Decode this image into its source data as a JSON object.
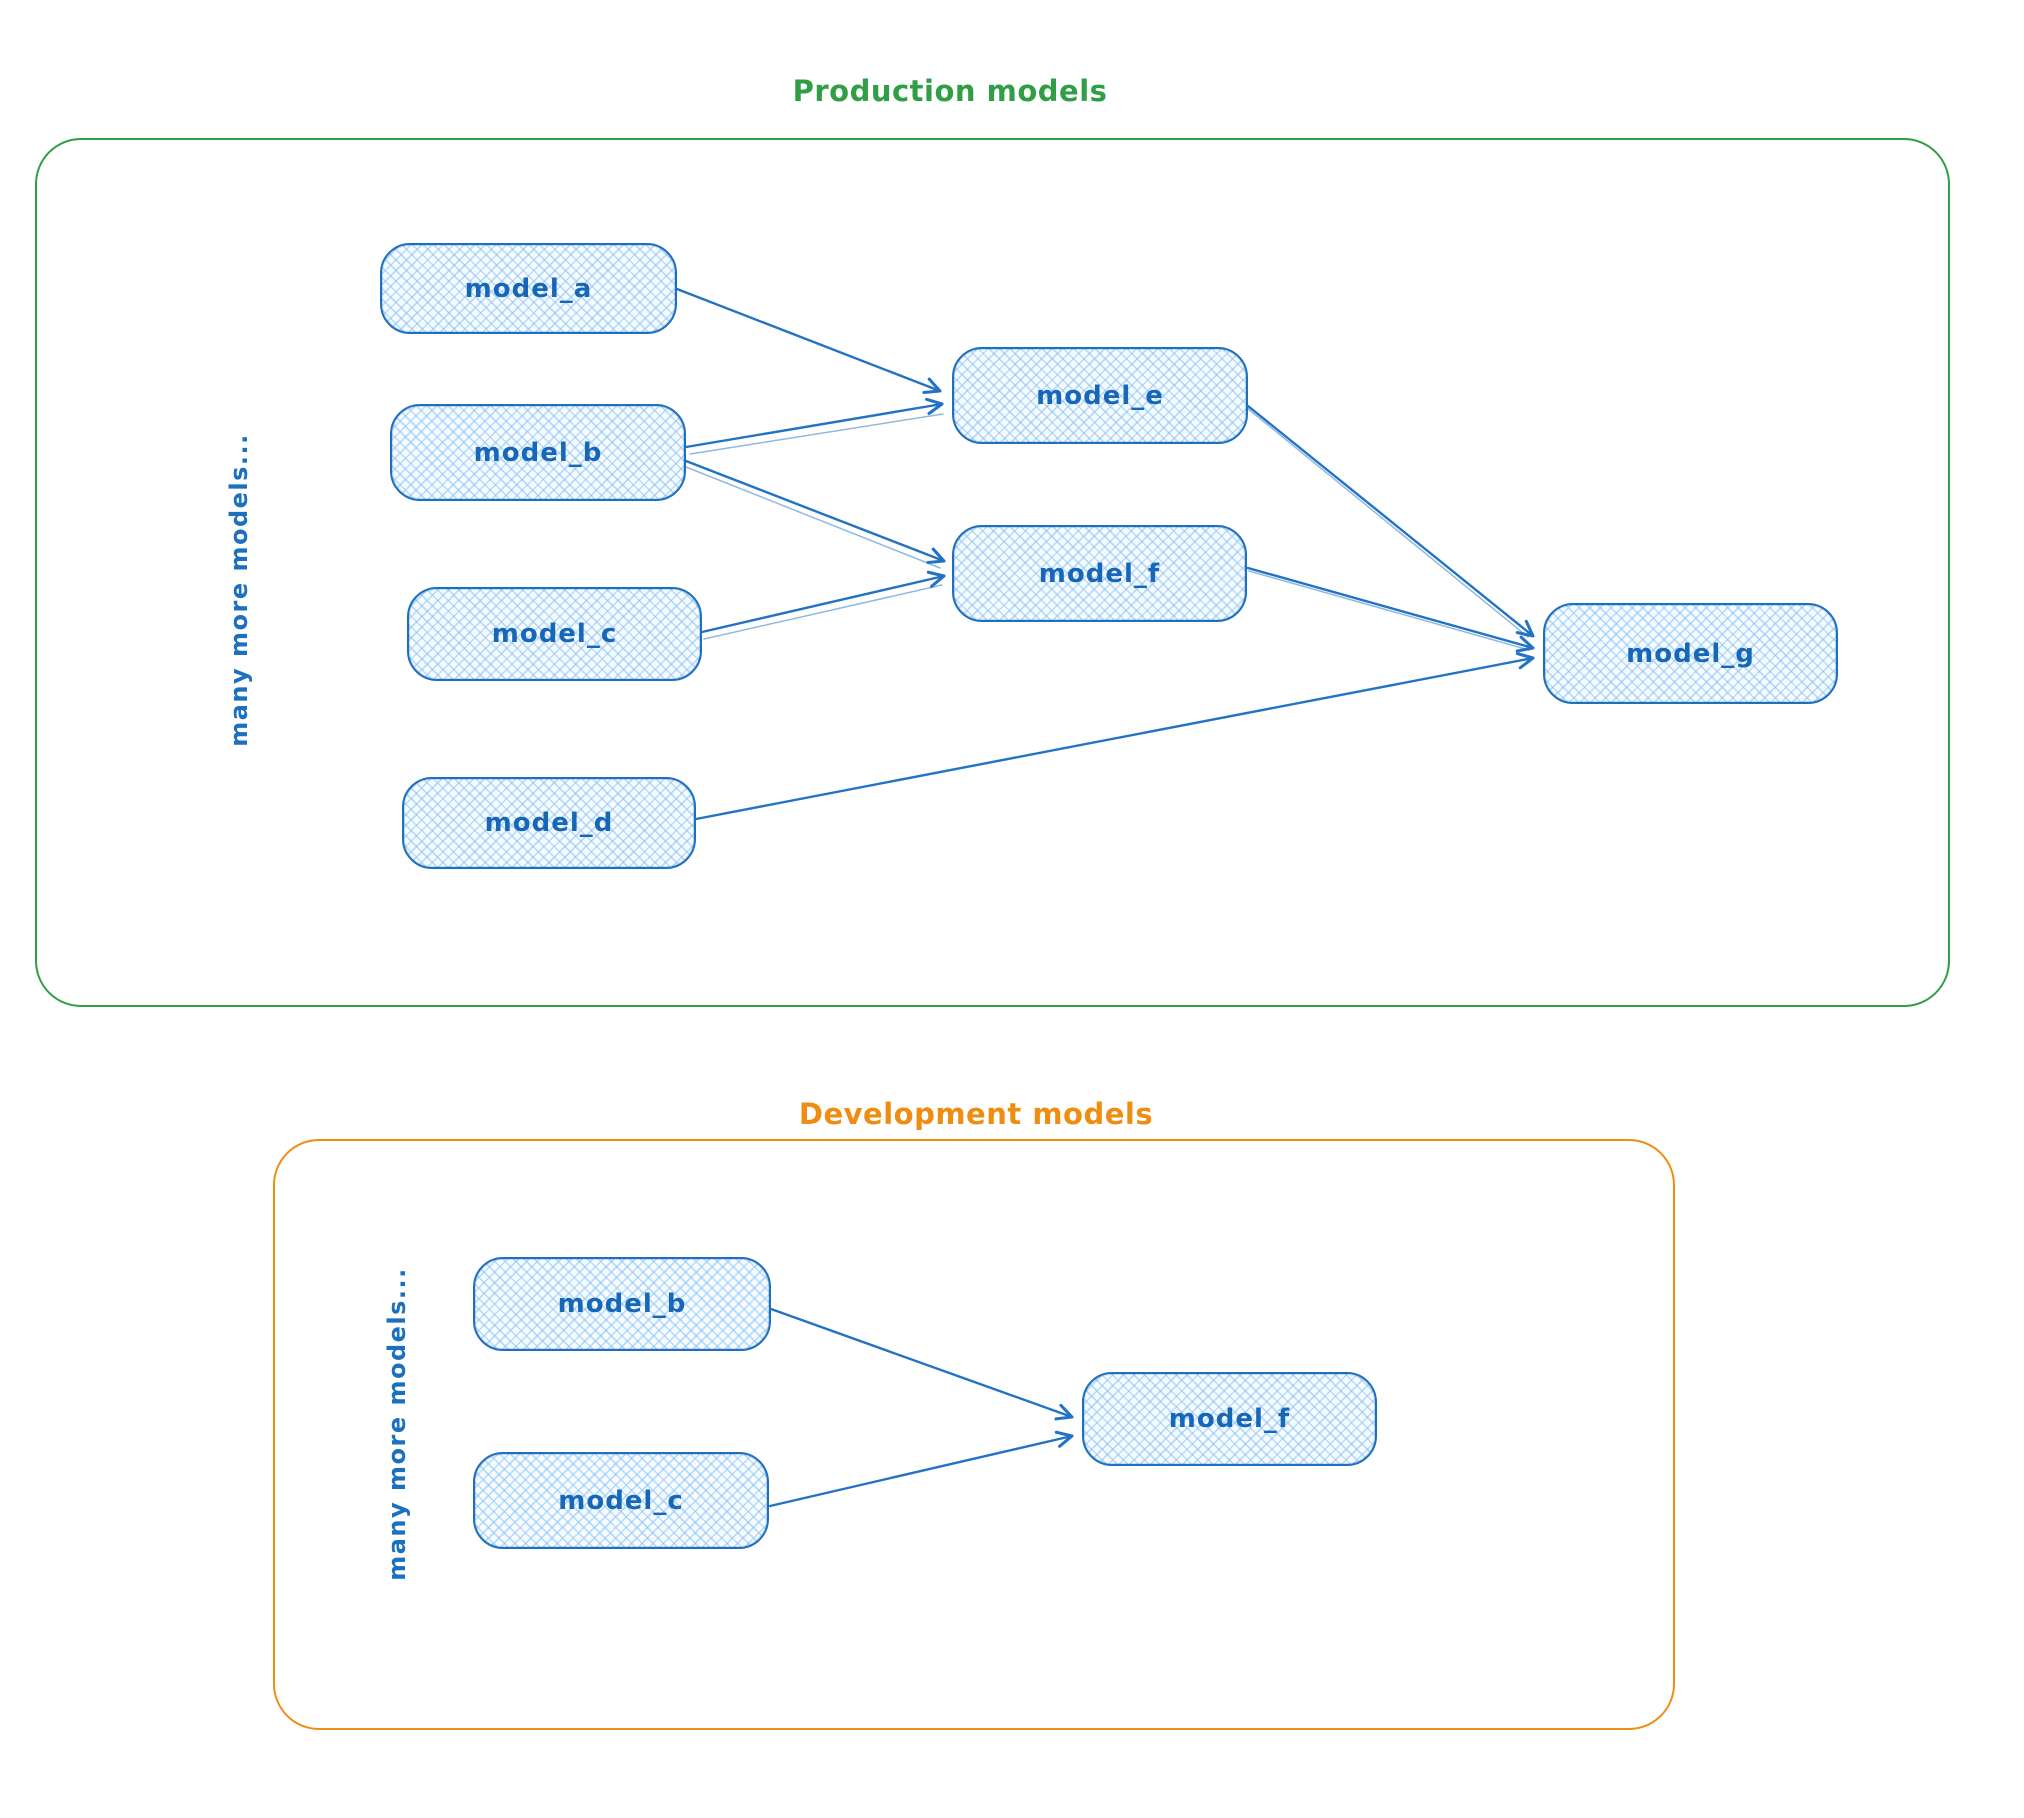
{
  "palette": {
    "node_stroke": "#1e6fbe",
    "node_fill_hatch": "#a5d8ff",
    "node_text": "#1767b8",
    "arrow": "#2273c4",
    "production_accent": "#2f9e44",
    "development_accent": "#ef8d12",
    "background": "#ffffff"
  },
  "sections": [
    {
      "id": "production",
      "title": "Production models",
      "side_note": "many more models...",
      "nodes": [
        {
          "id": "model_a",
          "label": "model_a"
        },
        {
          "id": "model_b",
          "label": "model_b"
        },
        {
          "id": "model_c",
          "label": "model_c"
        },
        {
          "id": "model_d",
          "label": "model_d"
        },
        {
          "id": "model_e",
          "label": "model_e"
        },
        {
          "id": "model_f",
          "label": "model_f"
        },
        {
          "id": "model_g",
          "label": "model_g"
        }
      ],
      "edges": [
        {
          "from": "model_a",
          "to": "model_e"
        },
        {
          "from": "model_b",
          "to": "model_e"
        },
        {
          "from": "model_b",
          "to": "model_f"
        },
        {
          "from": "model_c",
          "to": "model_f"
        },
        {
          "from": "model_e",
          "to": "model_g"
        },
        {
          "from": "model_f",
          "to": "model_g"
        },
        {
          "from": "model_d",
          "to": "model_g"
        }
      ]
    },
    {
      "id": "development",
      "title": "Development models",
      "side_note": "many more models...",
      "nodes": [
        {
          "id": "model_b",
          "label": "model_b"
        },
        {
          "id": "model_c",
          "label": "model_c"
        },
        {
          "id": "model_f",
          "label": "model_f"
        }
      ],
      "edges": [
        {
          "from": "model_b",
          "to": "model_f"
        },
        {
          "from": "model_c",
          "to": "model_f"
        }
      ]
    }
  ]
}
